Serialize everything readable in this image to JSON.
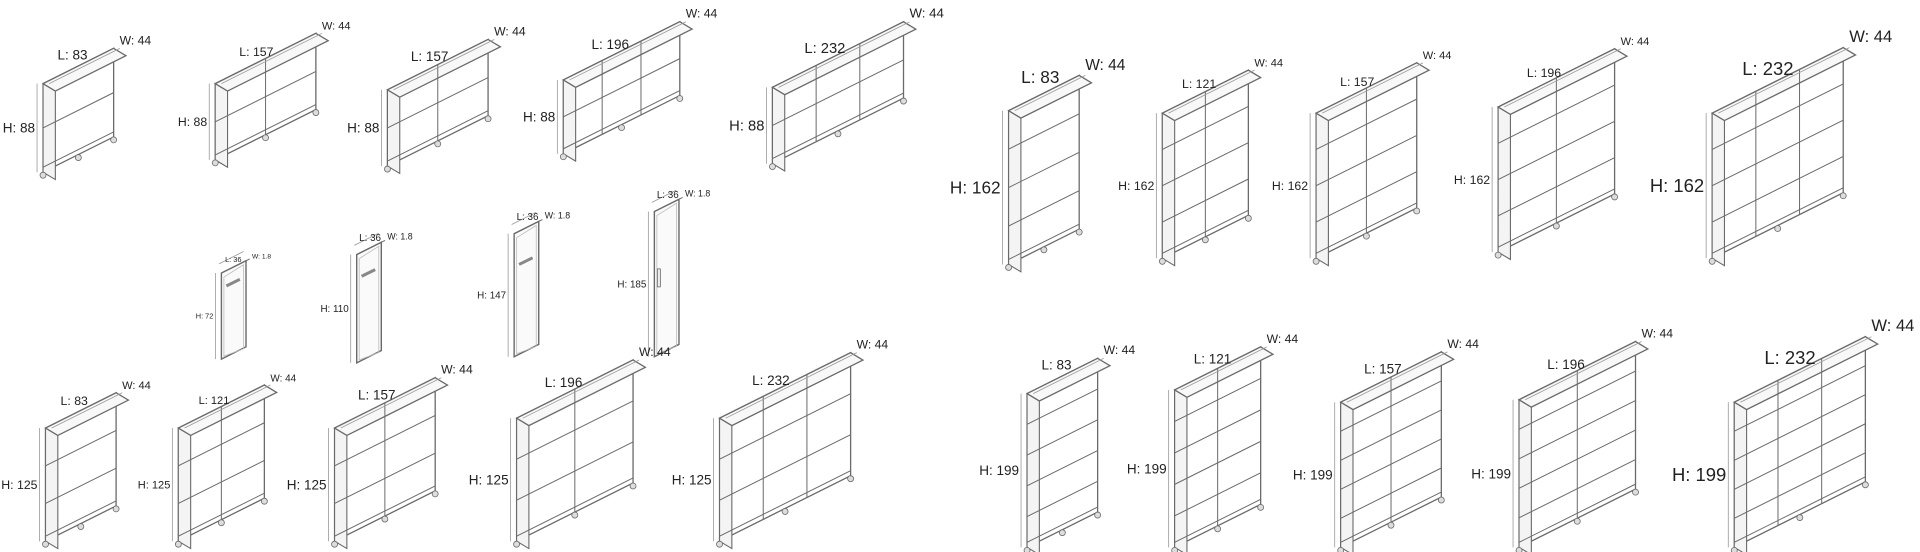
{
  "groups": [
    {
      "name": "low-cabinets-88",
      "items": [
        {
          "L": "L: 83",
          "W": "W: 44",
          "H": "H: 88",
          "cols": 1,
          "rows": 2
        },
        {
          "L": "L: 157",
          "W": "W: 44",
          "H": "H: 88",
          "cols": 2,
          "rows": 2
        },
        {
          "L": "L: 157",
          "W": "W: 44",
          "H": "H: 88",
          "cols": 2,
          "rows": 2
        },
        {
          "L": "L: 196",
          "W": "W: 44",
          "H": "H: 88",
          "cols": 3,
          "rows": 2
        },
        {
          "L": "L: 232",
          "W": "W: 44",
          "H": "H: 88",
          "cols": 3,
          "rows": 2
        }
      ]
    },
    {
      "name": "doors",
      "items": [
        {
          "L": "L: 36",
          "W": "W: 1.8",
          "H": "H: 72",
          "handle": "horizontal"
        },
        {
          "L": "L: 36",
          "W": "W: 1.8",
          "H": "H: 110",
          "handle": "horizontal"
        },
        {
          "L": "L: 36",
          "W": "W: 1.8",
          "H": "H: 147",
          "handle": "horizontal"
        },
        {
          "L": "L: 36",
          "W": "W: 1.8",
          "H": "H: 185",
          "handle": "vertical"
        }
      ]
    },
    {
      "name": "mid-cabinets-125",
      "items": [
        {
          "L": "L: 83",
          "W": "W: 44",
          "H": "H: 125",
          "cols": 1,
          "rows": 3
        },
        {
          "L": "L: 121",
          "W": "W: 44",
          "H": "H: 125",
          "cols": 2,
          "rows": 3
        },
        {
          "L": "L: 157",
          "W": "W: 44",
          "H": "H: 125",
          "cols": 2,
          "rows": 3
        },
        {
          "L": "L: 196",
          "W": "W: 44",
          "H": "H: 125",
          "cols": 2,
          "rows": 3
        },
        {
          "L": "L: 232",
          "W": "W: 44",
          "H": "H: 125",
          "cols": 3,
          "rows": 3
        }
      ]
    },
    {
      "name": "tall-cabinets-162",
      "items": [
        {
          "L": "L: 83",
          "W": "W: 44",
          "H": "H: 162",
          "cols": 1,
          "rows": 4
        },
        {
          "L": "L: 121",
          "W": "W: 44",
          "H": "H: 162",
          "cols": 2,
          "rows": 4
        },
        {
          "L": "L: 157",
          "W": "W: 44",
          "H": "H: 162",
          "cols": 2,
          "rows": 4
        },
        {
          "L": "L: 196",
          "W": "W: 44",
          "H": "H: 162",
          "cols": 2,
          "rows": 4
        },
        {
          "L": "L: 232",
          "W": "W: 44",
          "H": "H: 162",
          "cols": 3,
          "rows": 4
        }
      ]
    },
    {
      "name": "tall-cabinets-199",
      "items": [
        {
          "L": "L: 83",
          "W": "W: 44",
          "H": "H: 199",
          "cols": 1,
          "rows": 5
        },
        {
          "L": "L: 121",
          "W": "W: 44",
          "H": "H: 199",
          "cols": 2,
          "rows": 5
        },
        {
          "L": "L: 157",
          "W": "W: 44",
          "H": "H: 199",
          "cols": 2,
          "rows": 5
        },
        {
          "L": "L: 196",
          "W": "W: 44",
          "H": "H: 199",
          "cols": 2,
          "rows": 5
        },
        {
          "L": "L: 232",
          "W": "W: 44",
          "H": "H: 199",
          "cols": 3,
          "rows": 5
        }
      ]
    }
  ],
  "colors": {
    "line": "#6a6a6a",
    "dim": "#999999",
    "text": "#222222"
  }
}
